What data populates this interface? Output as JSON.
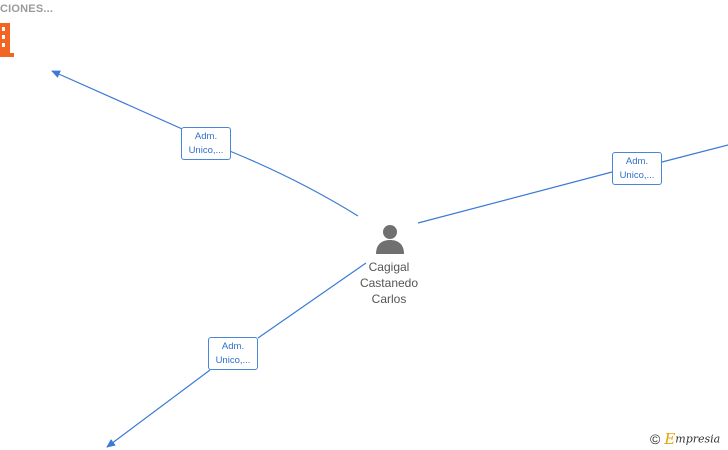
{
  "header": {
    "label": "CIONES..."
  },
  "center_person": {
    "name_lines": [
      "Cagigal",
      "Castanedo",
      "Carlos"
    ]
  },
  "edges": [
    {
      "role_lines": [
        "Adm.",
        "Unico,..."
      ]
    },
    {
      "role_lines": [
        "Adm.",
        "Unico,..."
      ]
    },
    {
      "role_lines": [
        "Adm.",
        "Unico,..."
      ]
    }
  ],
  "footer": {
    "copyright": "©",
    "brand_initial": "E",
    "brand_rest": "mpresia"
  },
  "colors": {
    "edge": "#3b7bd4",
    "building_icon": "#f26522",
    "person_icon": "#707070",
    "brand_accent": "#e8a100"
  }
}
